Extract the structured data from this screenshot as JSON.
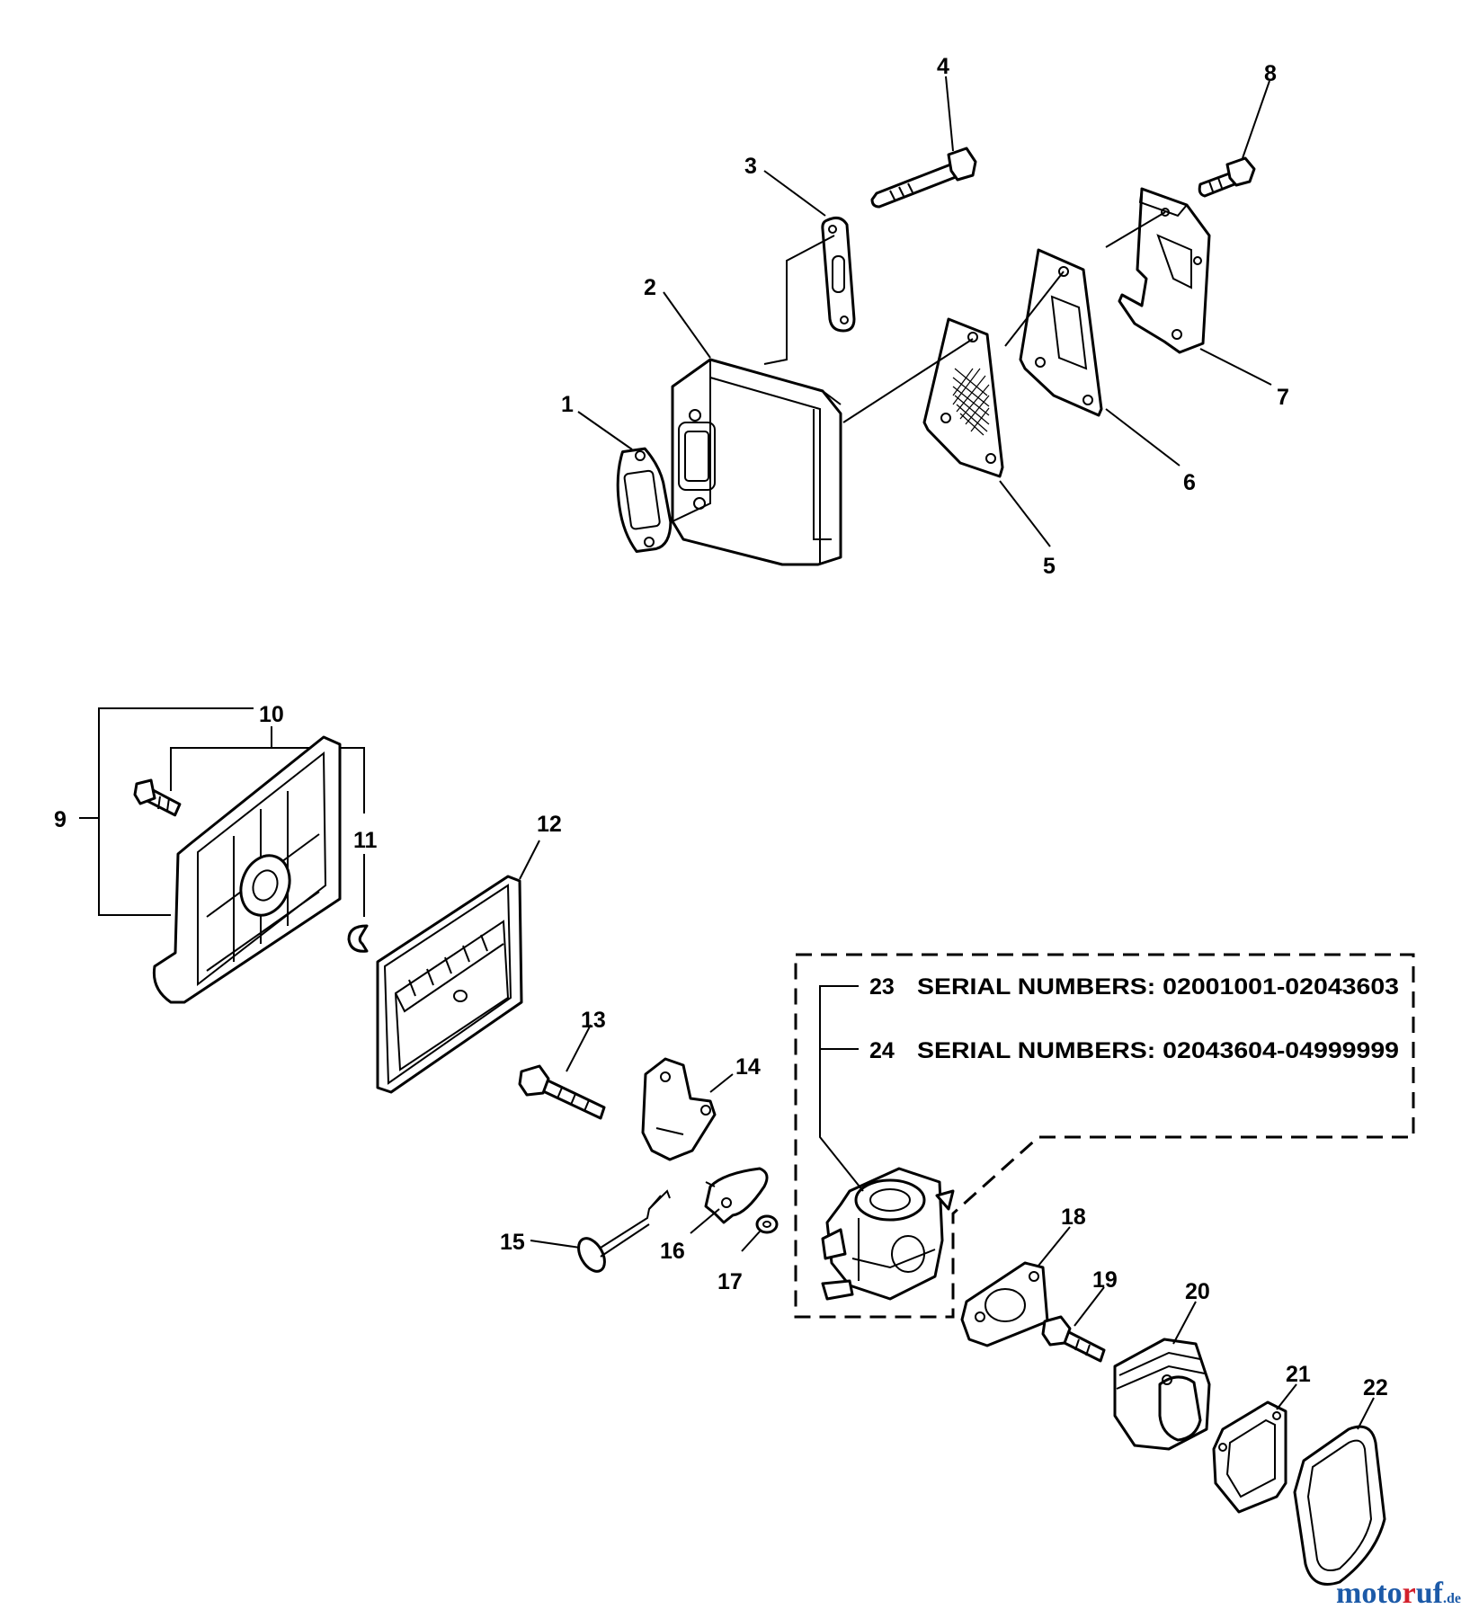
{
  "labels": {
    "p1": "1",
    "p2": "2",
    "p3": "3",
    "p4": "4",
    "p5": "5",
    "p6": "6",
    "p7": "7",
    "p8": "8",
    "p9": "9",
    "p10": "10",
    "p11": "11",
    "p12": "12",
    "p13": "13",
    "p14": "14",
    "p15": "15",
    "p16": "16",
    "p17": "17",
    "p18": "18",
    "p19": "19",
    "p20": "20",
    "p21": "21",
    "p22": "22",
    "p23": "23",
    "p24": "24"
  },
  "notes": {
    "n23": "SERIAL NUMBERS: 02001001-02043603",
    "n24": "SERIAL NUMBERS: 02043604-04999999"
  },
  "watermark": {
    "part1": "moto",
    "part2": "r",
    "part3": "uf",
    "suffix": ".de"
  }
}
